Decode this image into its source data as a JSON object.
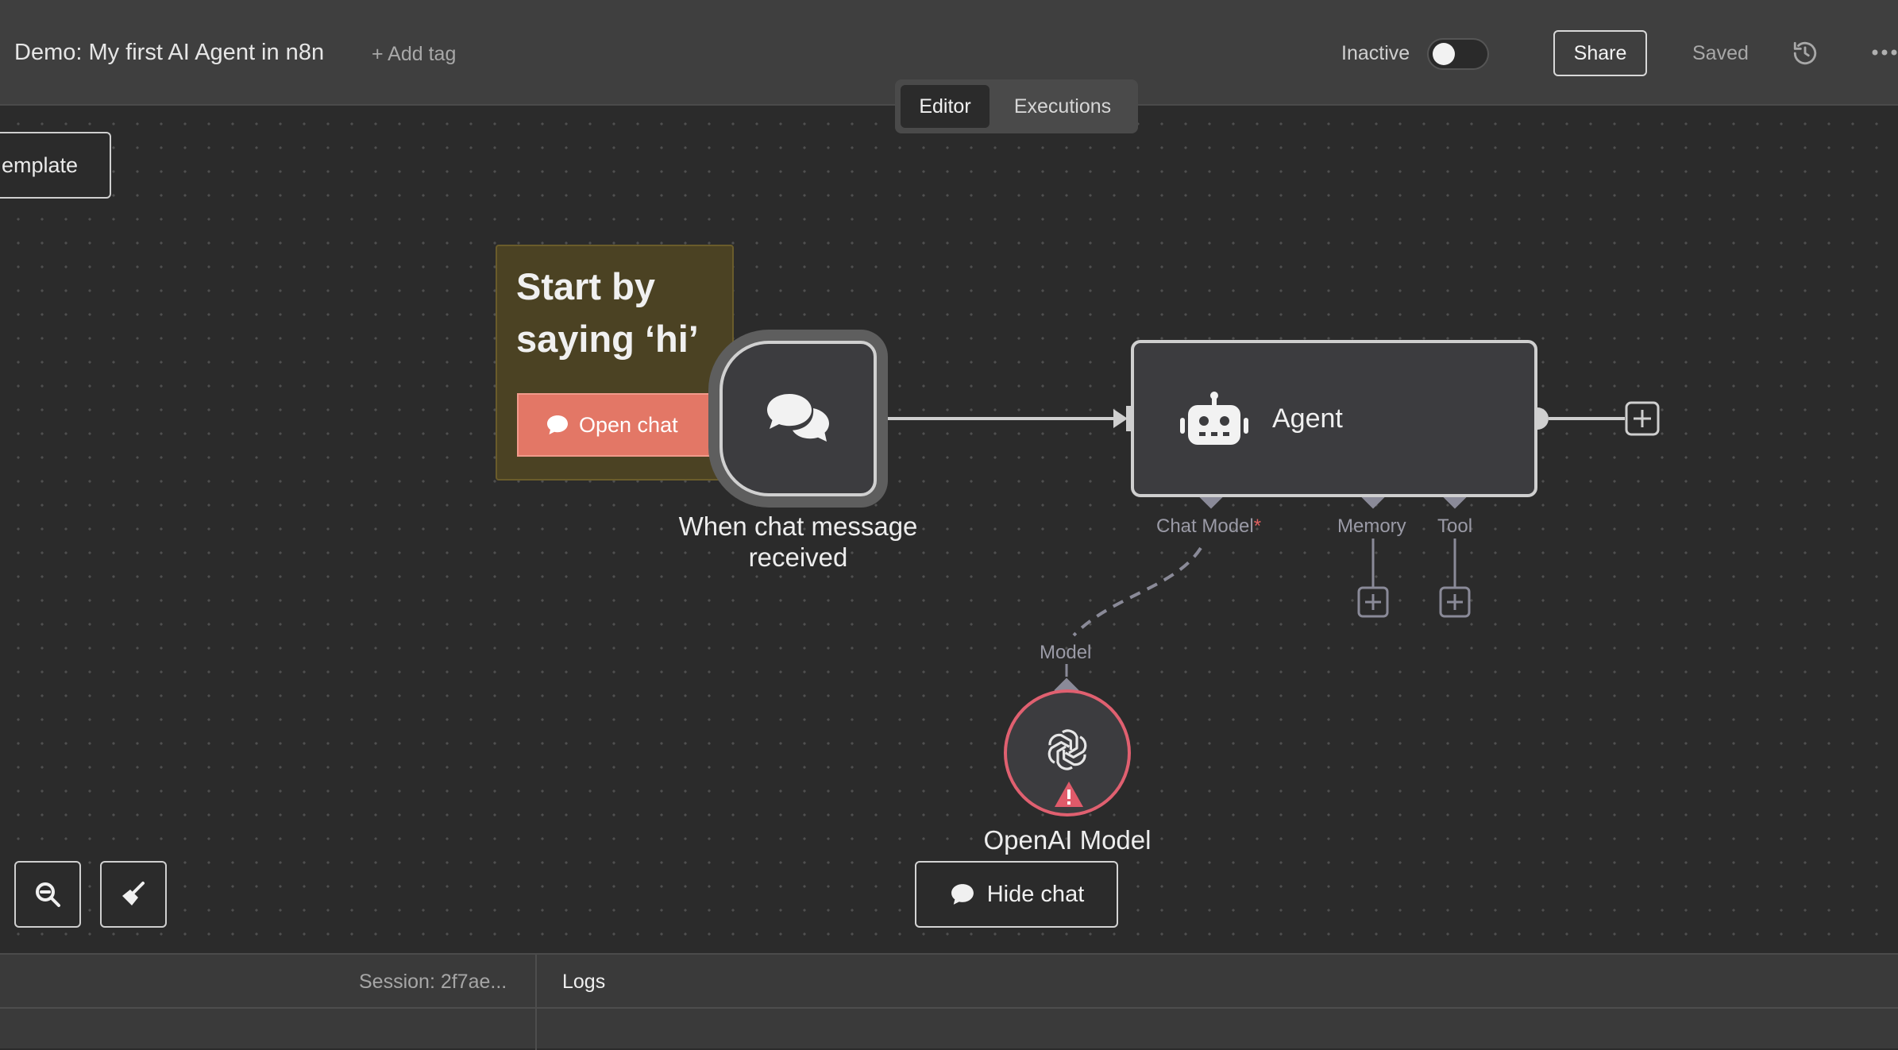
{
  "header": {
    "workflow_title": "Demo: My first AI Agent in n8n",
    "add_tag": "+ Add tag",
    "status_label": "Inactive",
    "active": false,
    "share_label": "Share",
    "saved_label": "Saved",
    "history_icon": "history-icon",
    "more_icon": "more-horizontal-icon"
  },
  "tabs": {
    "editor": "Editor",
    "executions": "Executions",
    "selected": "Editor"
  },
  "canvas": {
    "template_button": "emplate",
    "sticky_note": {
      "title": "Start by saying ‘hi’",
      "button_label": "Open chat",
      "color": "#4b4223"
    },
    "nodes": {
      "trigger": {
        "label": "When chat message received",
        "icon": "chat-bubbles-icon"
      },
      "agent": {
        "label": "Agent",
        "icon": "robot-icon",
        "ports": {
          "chat_model": "Chat Model",
          "chat_model_required": "*",
          "memory": "Memory",
          "tool": "Tool"
        }
      },
      "openai": {
        "label": "OpenAI Model",
        "port": "Model",
        "icon": "openai-icon",
        "warning_icon": "warning-icon",
        "border_color": "#e06070"
      }
    },
    "zoom_out_icon": "zoom-out-icon",
    "tidy_icon": "broom-icon",
    "hide_chat": "Hide chat"
  },
  "bottom_panel": {
    "session": "Session: 2f7ae...",
    "logs": "Logs"
  }
}
